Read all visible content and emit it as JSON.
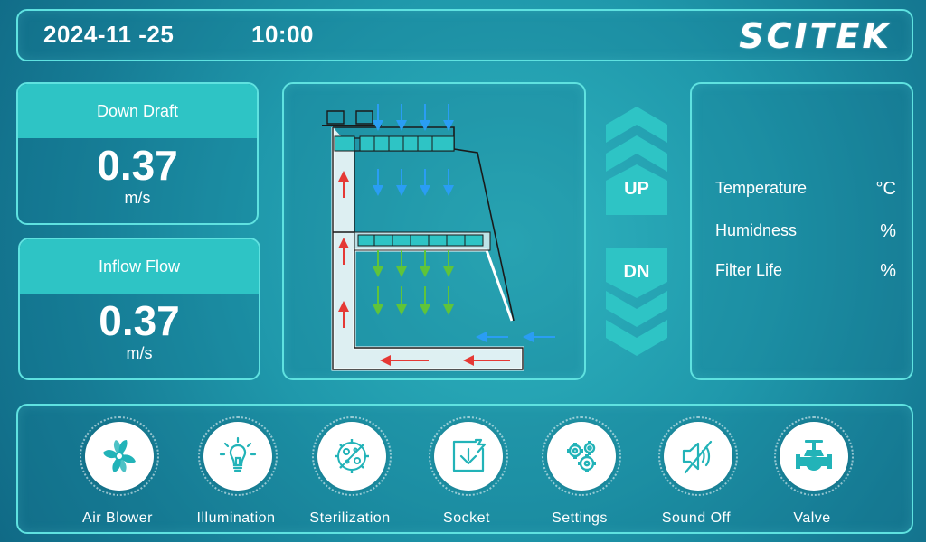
{
  "header": {
    "date": "2024-11 -25",
    "time": "10:00",
    "brand": "SCITEK"
  },
  "metrics": [
    {
      "label": "Down Draft",
      "value": "0.37",
      "unit": "m/s"
    },
    {
      "label": "Inflow Flow",
      "value": "0.37",
      "unit": "m/s"
    }
  ],
  "controls": {
    "up_label": "UP",
    "down_label": "DN"
  },
  "sensors": [
    {
      "label": "Temperature",
      "unit": "°C"
    },
    {
      "label": "Humidness",
      "unit": "%"
    },
    {
      "label": "Filter Life",
      "unit": "%"
    }
  ],
  "toolbar": [
    {
      "label": "Air Blower",
      "icon": "fan-icon"
    },
    {
      "label": "Illumination",
      "icon": "lightbulb-icon"
    },
    {
      "label": "Sterilization",
      "icon": "sterilization-icon"
    },
    {
      "label": "Socket",
      "icon": "socket-icon"
    },
    {
      "label": "Settings",
      "icon": "gears-icon"
    },
    {
      "label": "Sound Off",
      "icon": "sound-off-icon"
    },
    {
      "label": "Valve",
      "icon": "valve-icon"
    }
  ],
  "colors": {
    "accent": "#2ec4c5",
    "icon": "#22b3b8",
    "airflow_blue": "#2a9df4",
    "airflow_green": "#5fc43a",
    "airflow_red": "#e53935"
  }
}
